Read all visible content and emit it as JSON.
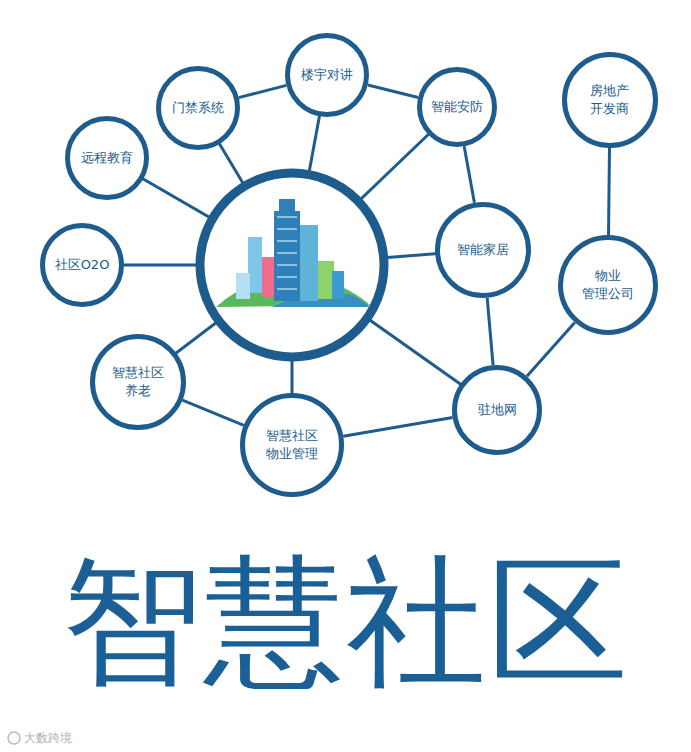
{
  "diagram": {
    "title": "智慧社区",
    "nodes": [
      {
        "text": [
          "楼宇对讲"
        ]
      },
      {
        "text": [
          "门禁系统"
        ]
      },
      {
        "text": [
          "智能安防"
        ]
      },
      {
        "text": [
          "房地产 开发商"
        ]
      },
      {
        "text": [
          "远程教育"
        ]
      },
      {
        "text": [
          "社区O2O"
        ]
      },
      {
        "text": [
          "智能家居"
        ]
      },
      {
        "text": [
          "物业 管理公司"
        ]
      },
      {
        "text": [
          "智慧社区 养老"
        ]
      },
      {
        "text": [
          "驻地网"
        ]
      },
      {
        "text": [
          "智慧社区 物业管理"
        ]
      }
    ],
    "edges": [
      {
        "from": 1,
        "to": 0,
        "arrow": "none"
      },
      {
        "from": 0,
        "to": 2,
        "arrow": "none"
      },
      {
        "from": 2,
        "to": 6,
        "arrow": "none"
      },
      {
        "from": 6,
        "to": 9,
        "arrow": "none"
      },
      {
        "from": 3,
        "to": 7,
        "arrow": "none"
      },
      {
        "from": 7,
        "to": 9,
        "arrow": "none"
      },
      {
        "from": 9,
        "to": 10,
        "arrow": "none"
      },
      {
        "from": 8,
        "to": 10,
        "arrow": "none"
      }
    ],
    "labels": [
      "大数跨境"
    ]
  }
}
